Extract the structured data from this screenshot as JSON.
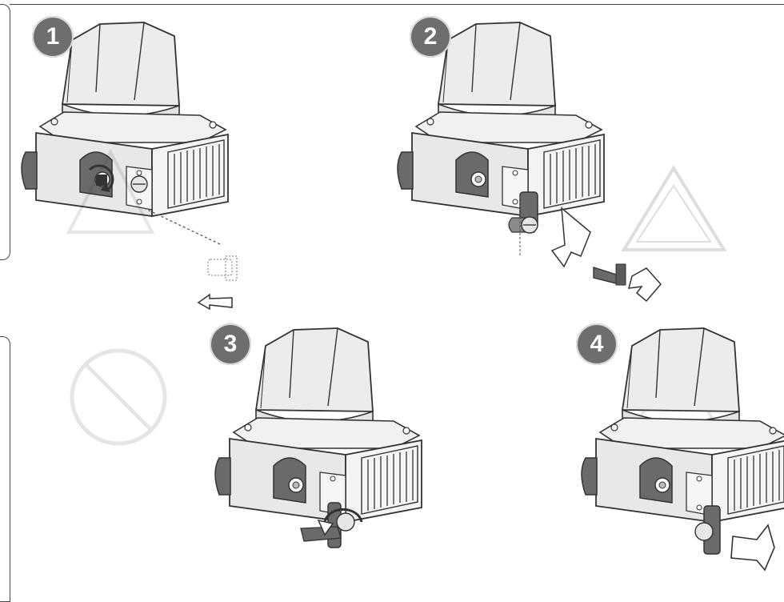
{
  "steps": [
    {
      "number": "1"
    },
    {
      "number": "2"
    },
    {
      "number": "3"
    },
    {
      "number": "4"
    }
  ],
  "colors": {
    "badge": "#6e6e6e",
    "badge_text": "#ffffff",
    "outline": "#333333",
    "body_shade": "#e8e8e8",
    "dark_part": "#6a6a6a",
    "faded_text": "#c9c9c9"
  },
  "icons": [
    "lamp-cap-icon",
    "key-icon",
    "rotate-arrow-icon",
    "insert-arrow-icon",
    "remove-arrow-icon",
    "warning-triangle-icon",
    "prohibition-sign-icon"
  ]
}
